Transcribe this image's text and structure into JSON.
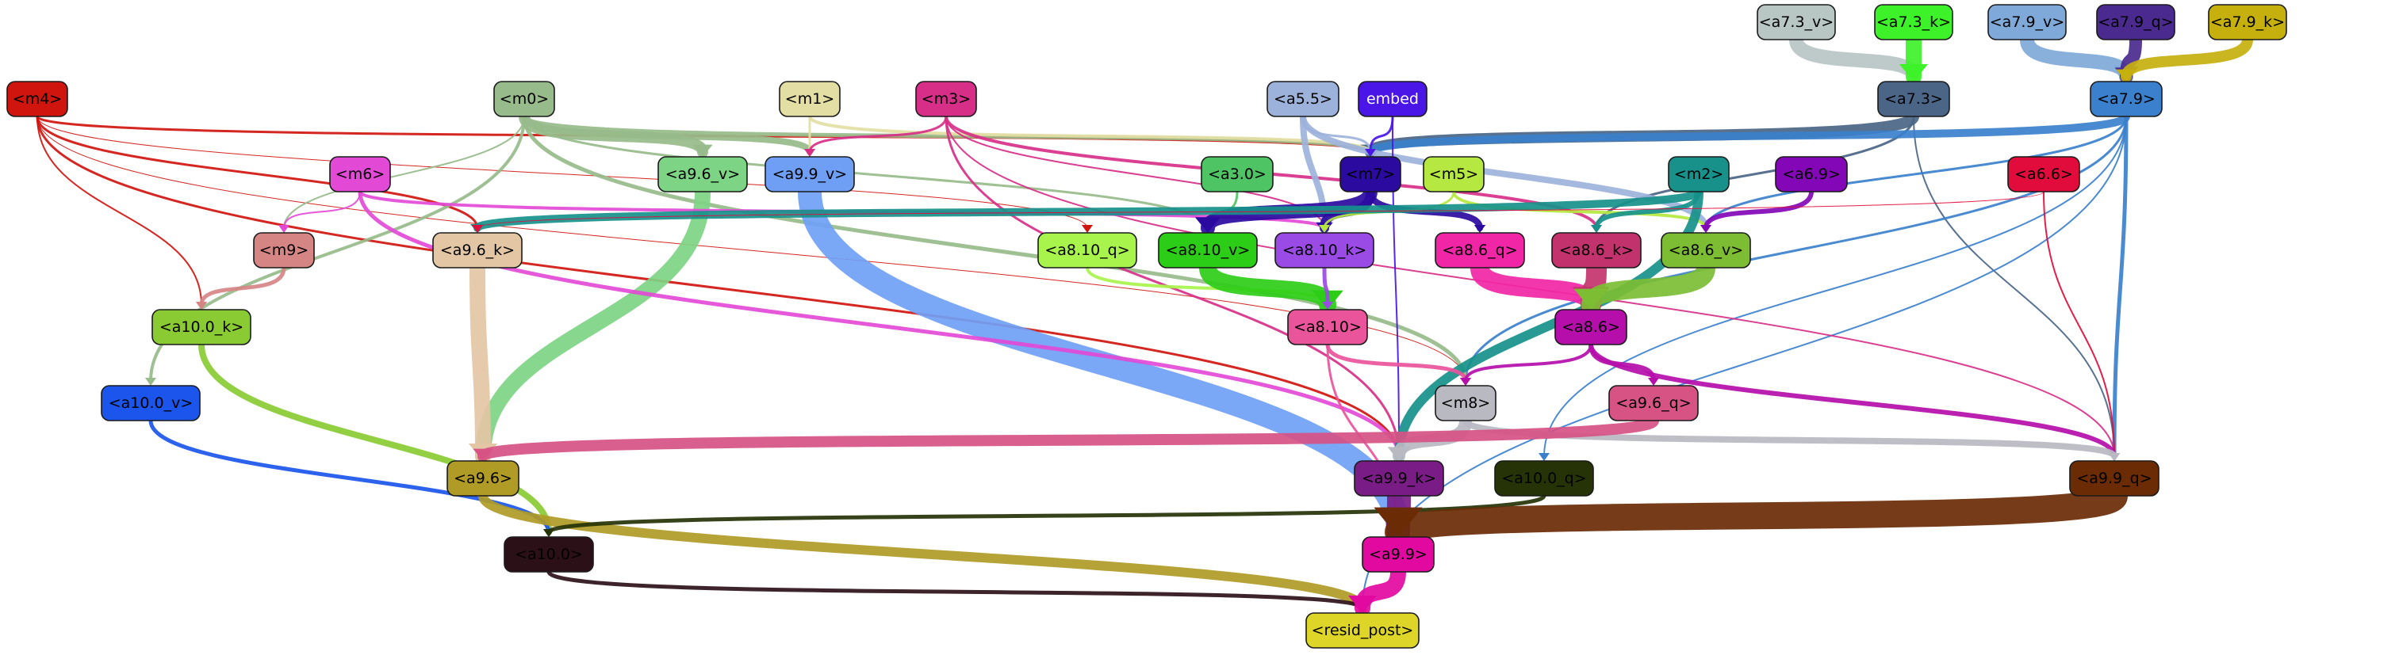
{
  "nodes": [
    {
      "id": "a7_3_v",
      "label": "<a7.3_v>",
      "fill": "#b8c6c4",
      "text": "#000000"
    },
    {
      "id": "a7_3_k",
      "label": "<a7.3_k>",
      "fill": "#3ef22a",
      "text": "#000000"
    },
    {
      "id": "a7_9_v",
      "label": "<a7.9_v>",
      "fill": "#7ea9d8",
      "text": "#000000"
    },
    {
      "id": "a7_9_q",
      "label": "<a7.9_q>",
      "fill": "#4a2a8e",
      "text": "#000000"
    },
    {
      "id": "a7_9_k",
      "label": "<a7.9_k>",
      "fill": "#c6b00e",
      "text": "#000000"
    },
    {
      "id": "m4",
      "label": "<m4>",
      "fill": "#d0150f",
      "text": "#000000"
    },
    {
      "id": "m0",
      "label": "<m0>",
      "fill": "#97bb8a",
      "text": "#000000"
    },
    {
      "id": "m1",
      "label": "<m1>",
      "fill": "#e3dea3",
      "text": "#000000"
    },
    {
      "id": "m3",
      "label": "<m3>",
      "fill": "#d72f88",
      "text": "#000000"
    },
    {
      "id": "a5_5",
      "label": "<a5.5>",
      "fill": "#9db2db",
      "text": "#000000"
    },
    {
      "id": "embed",
      "label": "embed",
      "fill": "#4a16e8",
      "text": "#ffffff"
    },
    {
      "id": "a7_3",
      "label": "<a7.3>",
      "fill": "#4a6586",
      "text": "#000000"
    },
    {
      "id": "a7_9",
      "label": "<a7.9>",
      "fill": "#3a80cc",
      "text": "#000000"
    },
    {
      "id": "a9_6_v",
      "label": "<a9.6_v>",
      "fill": "#7dd484",
      "text": "#000000"
    },
    {
      "id": "a9_9_v",
      "label": "<a9.9_v>",
      "fill": "#6f9ff5",
      "text": "#000000"
    },
    {
      "id": "m6",
      "label": "<m6>",
      "fill": "#e24ad6",
      "text": "#000000"
    },
    {
      "id": "a3_0",
      "label": "<a3.0>",
      "fill": "#4fc464",
      "text": "#000000"
    },
    {
      "id": "m7",
      "label": "<m7>",
      "fill": "#2b0aa0",
      "text": "#000000"
    },
    {
      "id": "m5",
      "label": "<m5>",
      "fill": "#b5e840",
      "text": "#000000"
    },
    {
      "id": "m2",
      "label": "<m2>",
      "fill": "#17918a",
      "text": "#000000"
    },
    {
      "id": "a6_9",
      "label": "<a6.9>",
      "fill": "#8307b6",
      "text": "#000000"
    },
    {
      "id": "a6_6",
      "label": "<a6.6>",
      "fill": "#e10c3c",
      "text": "#000000"
    },
    {
      "id": "m9",
      "label": "<m9>",
      "fill": "#d68585",
      "text": "#000000"
    },
    {
      "id": "a9_6_k",
      "label": "<a9.6_k>",
      "fill": "#e3c6a4",
      "text": "#000000"
    },
    {
      "id": "a8_10_q",
      "label": "<a8.10_q>",
      "fill": "#a8f44c",
      "text": "#000000"
    },
    {
      "id": "a8_10_v",
      "label": "<a8.10_v>",
      "fill": "#2ccd17",
      "text": "#000000"
    },
    {
      "id": "a8_10_k",
      "label": "<a8.10_k>",
      "fill": "#9a4be6",
      "text": "#000000"
    },
    {
      "id": "a8_6_q",
      "label": "<a8.6_q>",
      "fill": "#f126a6",
      "text": "#000000"
    },
    {
      "id": "a8_6_k",
      "label": "<a8.6_k>",
      "fill": "#c2336d",
      "text": "#000000"
    },
    {
      "id": "a8_6_v",
      "label": "<a8.6_v>",
      "fill": "#7cbd33",
      "text": "#000000"
    },
    {
      "id": "a10_0_k",
      "label": "<a10.0_k>",
      "fill": "#8acb33",
      "text": "#000000"
    },
    {
      "id": "a8_10",
      "label": "<a8.10>",
      "fill": "#e9549b",
      "text": "#000000"
    },
    {
      "id": "a8_6",
      "label": "<a8.6>",
      "fill": "#b50eaa",
      "text": "#000000"
    },
    {
      "id": "a10_0_v",
      "label": "<a10.0_v>",
      "fill": "#1b55ec",
      "text": "#000000"
    },
    {
      "id": "m8",
      "label": "<m8>",
      "fill": "#b9b9c2",
      "text": "#000000"
    },
    {
      "id": "a9_6_q",
      "label": "<a9.6_q>",
      "fill": "#d65384",
      "text": "#000000"
    },
    {
      "id": "a9_6",
      "label": "<a9.6>",
      "fill": "#b09b26",
      "text": "#000000"
    },
    {
      "id": "a9_9_k",
      "label": "<a9.9_k>",
      "fill": "#7a1c85",
      "text": "#000000"
    },
    {
      "id": "a10_0_q",
      "label": "<a10.0_q>",
      "fill": "#253307",
      "text": "#000000"
    },
    {
      "id": "a9_9_q",
      "label": "<a9.9_q>",
      "fill": "#6a2b05",
      "text": "#000000"
    },
    {
      "id": "a10_0",
      "label": "<a10.0>",
      "fill": "#2c1018",
      "text": "#000000"
    },
    {
      "id": "a9_9",
      "label": "<a9.9>",
      "fill": "#e209a1",
      "text": "#000000"
    },
    {
      "id": "resid_post",
      "label": "<resid_post>",
      "fill": "#ddd629",
      "text": "#000000"
    }
  ],
  "edges": [
    {
      "from": "a7_3_v",
      "to": "a7_3",
      "color": "#b8c6c4",
      "width": 18
    },
    {
      "from": "a7_3_k",
      "to": "a7_3",
      "color": "#3ef22a",
      "width": 20
    },
    {
      "from": "a7_9_v",
      "to": "a7_9",
      "color": "#7ea9d8",
      "width": 18
    },
    {
      "from": "a7_9_q",
      "to": "a7_9",
      "color": "#4a2a8e",
      "width": 16
    },
    {
      "from": "a7_9_k",
      "to": "a7_9",
      "color": "#c6b00e",
      "width": 14
    },
    {
      "from": "a7_3",
      "to": "m7",
      "color": "#4a6586",
      "width": 14
    },
    {
      "from": "a7_3",
      "to": "a8_6_k",
      "color": "#4a6586",
      "width": 3
    },
    {
      "from": "a7_3",
      "to": "a9_9_q",
      "color": "#4a6586",
      "width": 2
    },
    {
      "from": "a7_9",
      "to": "m7",
      "color": "#3a80cc",
      "width": 10
    },
    {
      "from": "a7_9",
      "to": "a8_6_v",
      "color": "#3a80cc",
      "width": 3
    },
    {
      "from": "a7_9",
      "to": "m8",
      "color": "#3a80cc",
      "width": 3
    },
    {
      "from": "a7_9",
      "to": "a9_9_q",
      "color": "#3a80cc",
      "width": 5
    },
    {
      "from": "a7_9",
      "to": "resid_post",
      "color": "#3a80cc",
      "width": 2
    },
    {
      "from": "a7_9",
      "to": "a10_0_q",
      "color": "#3a80cc",
      "width": 2
    },
    {
      "from": "m4",
      "to": "m7",
      "color": "#d0150f",
      "width": 3
    },
    {
      "from": "m4",
      "to": "a9_6_k",
      "color": "#d0150f",
      "width": 3
    },
    {
      "from": "m4",
      "to": "a10_0_k",
      "color": "#d0150f",
      "width": 2
    },
    {
      "from": "m4",
      "to": "a9_9_k",
      "color": "#d0150f",
      "width": 3
    },
    {
      "from": "m4",
      "to": "m8",
      "color": "#d0150f",
      "width": 1
    },
    {
      "from": "m4",
      "to": "a8_10_q",
      "color": "#d0150f",
      "width": 1
    },
    {
      "from": "m0",
      "to": "a9_6_v",
      "color": "#97bb8a",
      "width": 14
    },
    {
      "from": "m0",
      "to": "a9_9_v",
      "color": "#97bb8a",
      "width": 8
    },
    {
      "from": "m0",
      "to": "m7",
      "color": "#97bb8a",
      "width": 5
    },
    {
      "from": "m0",
      "to": "m8",
      "color": "#97bb8a",
      "width": 5
    },
    {
      "from": "m0",
      "to": "a10_0_v",
      "color": "#97bb8a",
      "width": 4
    },
    {
      "from": "m0",
      "to": "a8_10_v",
      "color": "#97bb8a",
      "width": 3
    },
    {
      "from": "m0",
      "to": "m9",
      "color": "#97bb8a",
      "width": 2
    },
    {
      "from": "m1",
      "to": "m7",
      "color": "#e3dea3",
      "width": 4
    },
    {
      "from": "m1",
      "to": "a9_9_v",
      "color": "#e3dea3",
      "width": 3
    },
    {
      "from": "m3",
      "to": "a9_9_v",
      "color": "#d72f88",
      "width": 3
    },
    {
      "from": "m3",
      "to": "a8_6_k",
      "color": "#d72f88",
      "width": 4
    },
    {
      "from": "m3",
      "to": "a9_9_k",
      "color": "#d72f88",
      "width": 3
    },
    {
      "from": "m3",
      "to": "a9_9_q",
      "color": "#d72f88",
      "width": 2
    },
    {
      "from": "m3",
      "to": "a8_10_k",
      "color": "#d72f88",
      "width": 2
    },
    {
      "from": "a5_5",
      "to": "a8_10_k",
      "color": "#9db2db",
      "width": 8
    },
    {
      "from": "a5_5",
      "to": "a8_6_v",
      "color": "#9db2db",
      "width": 8
    },
    {
      "from": "a5_5",
      "to": "m7",
      "color": "#9db2db",
      "width": 3
    },
    {
      "from": "embed",
      "to": "m7",
      "color": "#4a16e8",
      "width": 3
    },
    {
      "from": "embed",
      "to": "a9_9_k",
      "color": "#4a16e8",
      "width": 2
    },
    {
      "from": "a9_6_v",
      "to": "a9_6",
      "color": "#7dd484",
      "width": 20
    },
    {
      "from": "a9_9_v",
      "to": "a9_9",
      "color": "#6f9ff5",
      "width": 30
    },
    {
      "from": "m6",
      "to": "a9_9_k",
      "color": "#e24ad6",
      "width": 5
    },
    {
      "from": "m6",
      "to": "a8_10_k",
      "color": "#e24ad6",
      "width": 4
    },
    {
      "from": "m6",
      "to": "m9",
      "color": "#e24ad6",
      "width": 2
    },
    {
      "from": "a3_0",
      "to": "a8_10_v",
      "color": "#4fc464",
      "width": 3
    },
    {
      "from": "m7",
      "to": "a8_10_v",
      "color": "#2b0aa0",
      "width": 18
    },
    {
      "from": "m7",
      "to": "a8_10_k",
      "color": "#2b0aa0",
      "width": 12
    },
    {
      "from": "m7",
      "to": "a8_6_q",
      "color": "#2b0aa0",
      "width": 8
    },
    {
      "from": "m5",
      "to": "a8_6_v",
      "color": "#b5e840",
      "width": 4
    },
    {
      "from": "m5",
      "to": "a8_10_k",
      "color": "#b5e840",
      "width": 3
    },
    {
      "from": "m2",
      "to": "a9_6_k",
      "color": "#17918a",
      "width": 10
    },
    {
      "from": "m2",
      "to": "a9_9_k",
      "color": "#17918a",
      "width": 12
    },
    {
      "from": "m2",
      "to": "a8_6_k",
      "color": "#17918a",
      "width": 6
    },
    {
      "from": "a6_9",
      "to": "a8_6_v",
      "color": "#8307b6",
      "width": 6
    },
    {
      "from": "a6_6",
      "to": "a9_9_q",
      "color": "#e10c3c",
      "width": 2
    },
    {
      "from": "a6_6",
      "to": "a9_6_k",
      "color": "#e10c3c",
      "width": 1
    },
    {
      "from": "m9",
      "to": "a10_0_k",
      "color": "#d68585",
      "width": 5
    },
    {
      "from": "a9_6_k",
      "to": "a9_6",
      "color": "#e3c6a4",
      "width": 20
    },
    {
      "from": "a8_10_q",
      "to": "a8_10",
      "color": "#a8f44c",
      "width": 4
    },
    {
      "from": "a8_10_v",
      "to": "a8_10",
      "color": "#2ccd17",
      "width": 22
    },
    {
      "from": "a8_10_k",
      "to": "a8_10",
      "color": "#9a4be6",
      "width": 5
    },
    {
      "from": "a8_6_q",
      "to": "a8_6",
      "color": "#f126a6",
      "width": 24
    },
    {
      "from": "a8_6_k",
      "to": "a8_6",
      "color": "#c2336d",
      "width": 26
    },
    {
      "from": "a8_6_v",
      "to": "a8_6",
      "color": "#7cbd33",
      "width": 24
    },
    {
      "from": "a10_0_k",
      "to": "a10_0",
      "color": "#8acb33",
      "width": 8
    },
    {
      "from": "a8_10",
      "to": "m8",
      "color": "#e9549b",
      "width": 5
    },
    {
      "from": "a8_10",
      "to": "a9_9",
      "color": "#e9549b",
      "width": 3
    },
    {
      "from": "a8_6",
      "to": "a9_6_q",
      "color": "#b50eaa",
      "width": 6
    },
    {
      "from": "a8_6",
      "to": "a9_9_q",
      "color": "#b50eaa",
      "width": 6
    },
    {
      "from": "a8_6",
      "to": "m8",
      "color": "#b50eaa",
      "width": 4
    },
    {
      "from": "a10_0_v",
      "to": "a10_0",
      "color": "#1b55ec",
      "width": 5
    },
    {
      "from": "m8",
      "to": "a9_9_k",
      "color": "#b9b9c2",
      "width": 16
    },
    {
      "from": "m8",
      "to": "a9_9_q",
      "color": "#b9b9c2",
      "width": 8
    },
    {
      "from": "a9_6_q",
      "to": "a9_6",
      "color": "#d65384",
      "width": 14
    },
    {
      "from": "a9_6",
      "to": "resid_post",
      "color": "#b09b26",
      "width": 12
    },
    {
      "from": "a9_9_k",
      "to": "a9_9",
      "color": "#7a1c85",
      "width": 30
    },
    {
      "from": "a10_0_q",
      "to": "a10_0",
      "color": "#253307",
      "width": 5
    },
    {
      "from": "a9_9_q",
      "to": "a9_9",
      "color": "#6a2b05",
      "width": 34
    },
    {
      "from": "a10_0",
      "to": "resid_post",
      "color": "#2c1018",
      "width": 5
    },
    {
      "from": "a9_9",
      "to": "resid_post",
      "color": "#e209a1",
      "width": 20
    }
  ]
}
